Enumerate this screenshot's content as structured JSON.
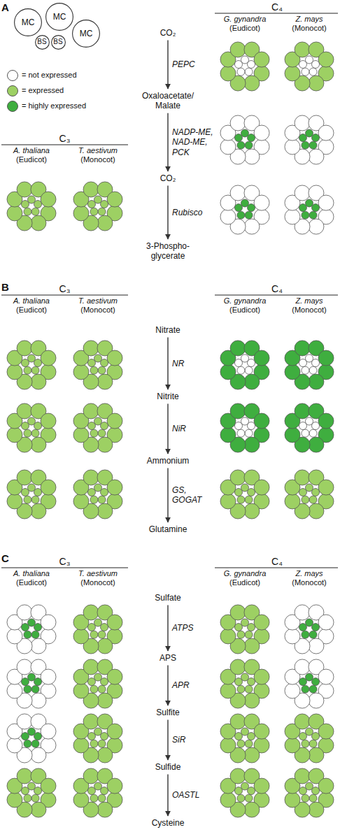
{
  "diagram": {
    "nodes": [
      {
        "text": [
          "MC"
        ]
      },
      {
        "text": [
          "MC"
        ]
      },
      {
        "text": [
          "MC"
        ]
      },
      {
        "text": [
          "BS"
        ]
      },
      {
        "text": [
          "BS"
        ]
      },
      {
        "text": [
          "CO₂"
        ]
      },
      {
        "text": [
          "Oxaloacetate/ Malate"
        ]
      },
      {
        "text": [
          "CO₂"
        ]
      },
      {
        "text": [
          "3-Phospho- glycerate"
        ]
      },
      {
        "text": [
          "Nitrate"
        ]
      },
      {
        "text": [
          "Nitrite"
        ]
      },
      {
        "text": [
          "Ammonium"
        ]
      },
      {
        "text": [
          "Glutamine"
        ]
      },
      {
        "text": [
          "Sulfate"
        ]
      },
      {
        "text": [
          "APS"
        ]
      },
      {
        "text": [
          "Sulfite"
        ]
      },
      {
        "text": [
          "Sulfide"
        ]
      },
      {
        "text": [
          "Cysteine"
        ]
      }
    ],
    "edges": [
      {
        "from": 5,
        "to": 6,
        "arrow": "to",
        "label": "PEPC"
      },
      {
        "from": 6,
        "to": 7,
        "arrow": "to",
        "label": "NADP-ME, NAD-ME, PCK"
      },
      {
        "from": 7,
        "to": 8,
        "arrow": "to",
        "label": "Rubisco"
      },
      {
        "from": 9,
        "to": 10,
        "arrow": "to",
        "label": "NR"
      },
      {
        "from": 10,
        "to": 11,
        "arrow": "to",
        "label": "NiR"
      },
      {
        "from": 11,
        "to": 12,
        "arrow": "to",
        "label": "GS, GOGAT"
      },
      {
        "from": 13,
        "to": 14,
        "arrow": "to",
        "label": "ATPS"
      },
      {
        "from": 14,
        "to": 15,
        "arrow": "to",
        "label": "APR"
      },
      {
        "from": 15,
        "to": 16,
        "arrow": "to",
        "label": "SiR"
      },
      {
        "from": 16,
        "to": 17,
        "arrow": "to",
        "label": "OASTL"
      }
    ],
    "labels": [
      "A",
      "C₄",
      "G. gynandra",
      "(Eudicot)",
      "Z. mays",
      "(Monocot)",
      "C₃",
      "A. thaliana",
      "(Eudicot)",
      "T. aestivum",
      "(Monocot)",
      "B",
      "C₃",
      "A. thaliana",
      "(Eudicot)",
      "T. aestivum",
      "(Monocot)",
      "C₄",
      "G. gynandra",
      "(Eudicot)",
      "Z. mays",
      "(Monocot)",
      "C",
      "C₃",
      "A. thaliana",
      "(Eudicot)",
      "T. aestivum",
      "(Monocot)",
      "C₄",
      "G. gynandra",
      "(Eudicot)",
      "Z. mays",
      "(Monocot)"
    ],
    "legend": [
      {
        "text": "= not expressed",
        "color": "#ffffff"
      },
      {
        "text": "= expressed",
        "color": "#9dd063"
      },
      {
        "text": "= highly expressed",
        "color": "#3fae3f"
      }
    ]
  }
}
